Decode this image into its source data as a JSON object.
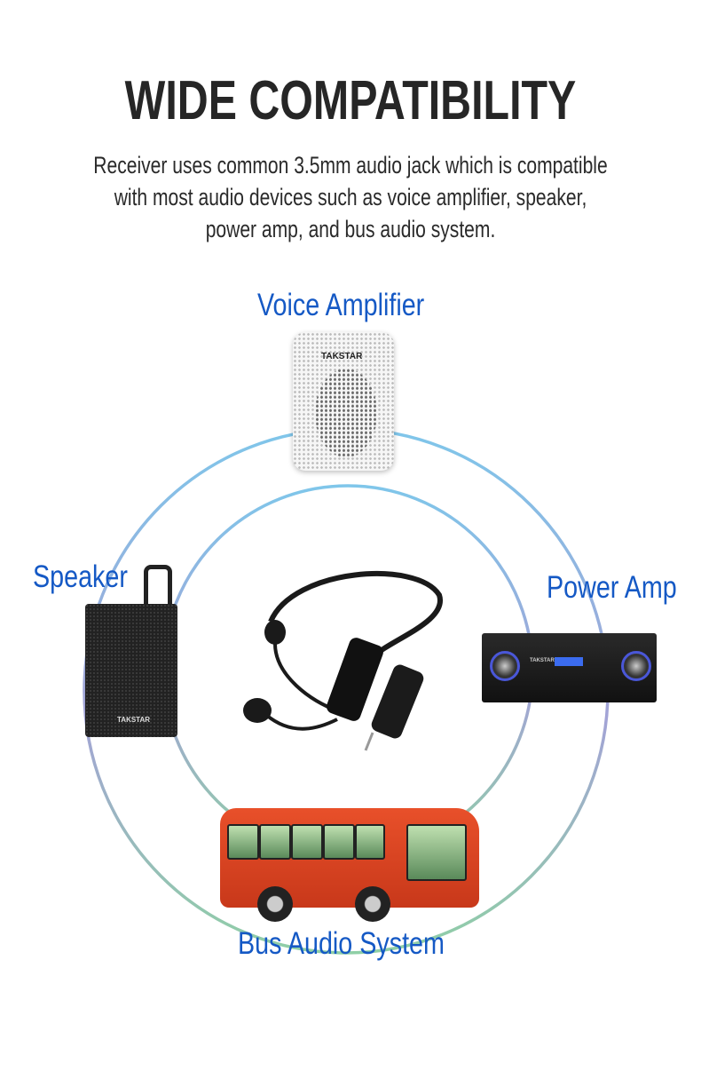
{
  "title": "WIDE COMPATIBILITY",
  "description": [
    "Receiver uses common 3.5mm audio jack which is compatible",
    "with most audio devices such as voice amplifier, speaker,",
    "power amp, and bus audio system."
  ],
  "devices": {
    "voice_amplifier": {
      "label": "Voice Amplifier",
      "brand": "TAKSTAR"
    },
    "speaker": {
      "label": "Speaker",
      "brand": "TAKSTAR"
    },
    "power_amp": {
      "label": "Power Amp",
      "brand": "TAKSTAR"
    },
    "bus": {
      "label": "Bus Audio System"
    }
  },
  "colors": {
    "label": "#1559c5",
    "title": "#262626",
    "ring_top": "#7fc6ea",
    "ring_side": "#a3a3d6",
    "ring_bottom": "#8fcfa6"
  }
}
